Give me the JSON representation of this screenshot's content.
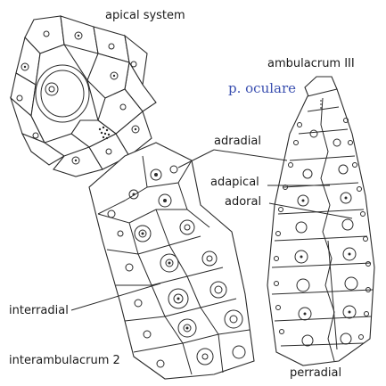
{
  "labels": {
    "apical_system": "apical system",
    "ambulacrum": "ambulacrum III",
    "p_oculare": "p. oculare",
    "adradial": "adradial",
    "adapical": "adapical",
    "adoral": "adoral",
    "interradial": "interradial",
    "interambulacrum": "interambulacrum 2",
    "perradial": "perradial"
  },
  "colors": {
    "ink": "#2a2a2a",
    "annotation_blue": "#3a4fb0"
  }
}
